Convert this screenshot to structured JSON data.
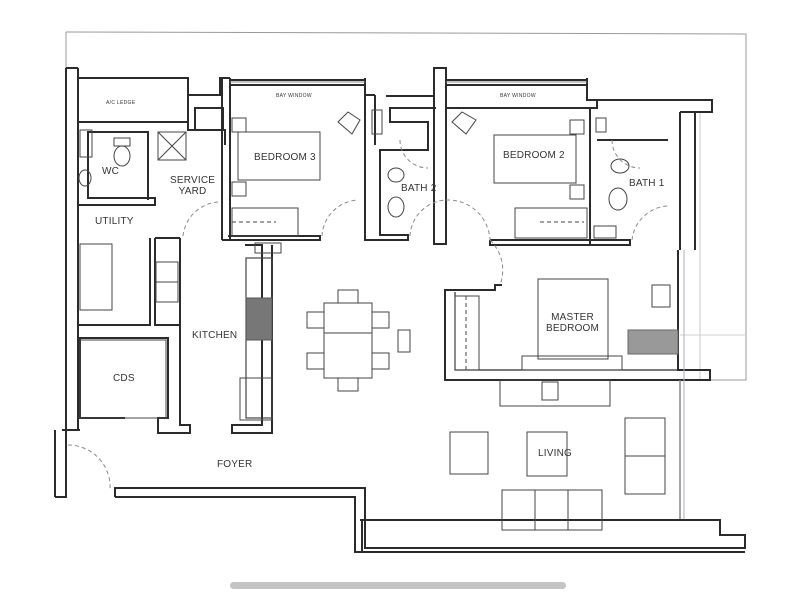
{
  "floor_plan": {
    "rooms": {
      "ac_ledge": "A/C LEDGE",
      "bay_window_3": "BAY WINDOW",
      "bay_window_2": "BAY WINDOW",
      "wc": "WC",
      "service_yard_line1": "SERVICE",
      "service_yard_line2": "YARD",
      "utility": "UTILITY",
      "bedroom_3": "BEDROOM 3",
      "bath_2": "BATH 2",
      "bedroom_2": "BEDROOM 2",
      "bath_1": "BATH 1",
      "kitchen": "KITCHEN",
      "cds": "CDS",
      "master_bedroom_line1": "MASTER",
      "master_bedroom_line2": "BEDROOM",
      "living": "LIVING",
      "foyer": "FOYER"
    },
    "colors": {
      "wall": "#2b2b2b",
      "line": "#555555",
      "faint": "#bdbdbd",
      "scrollbar": "#c4c4c4"
    }
  },
  "viewer": {
    "scrollbar": "horizontal-scroll-indicator"
  }
}
